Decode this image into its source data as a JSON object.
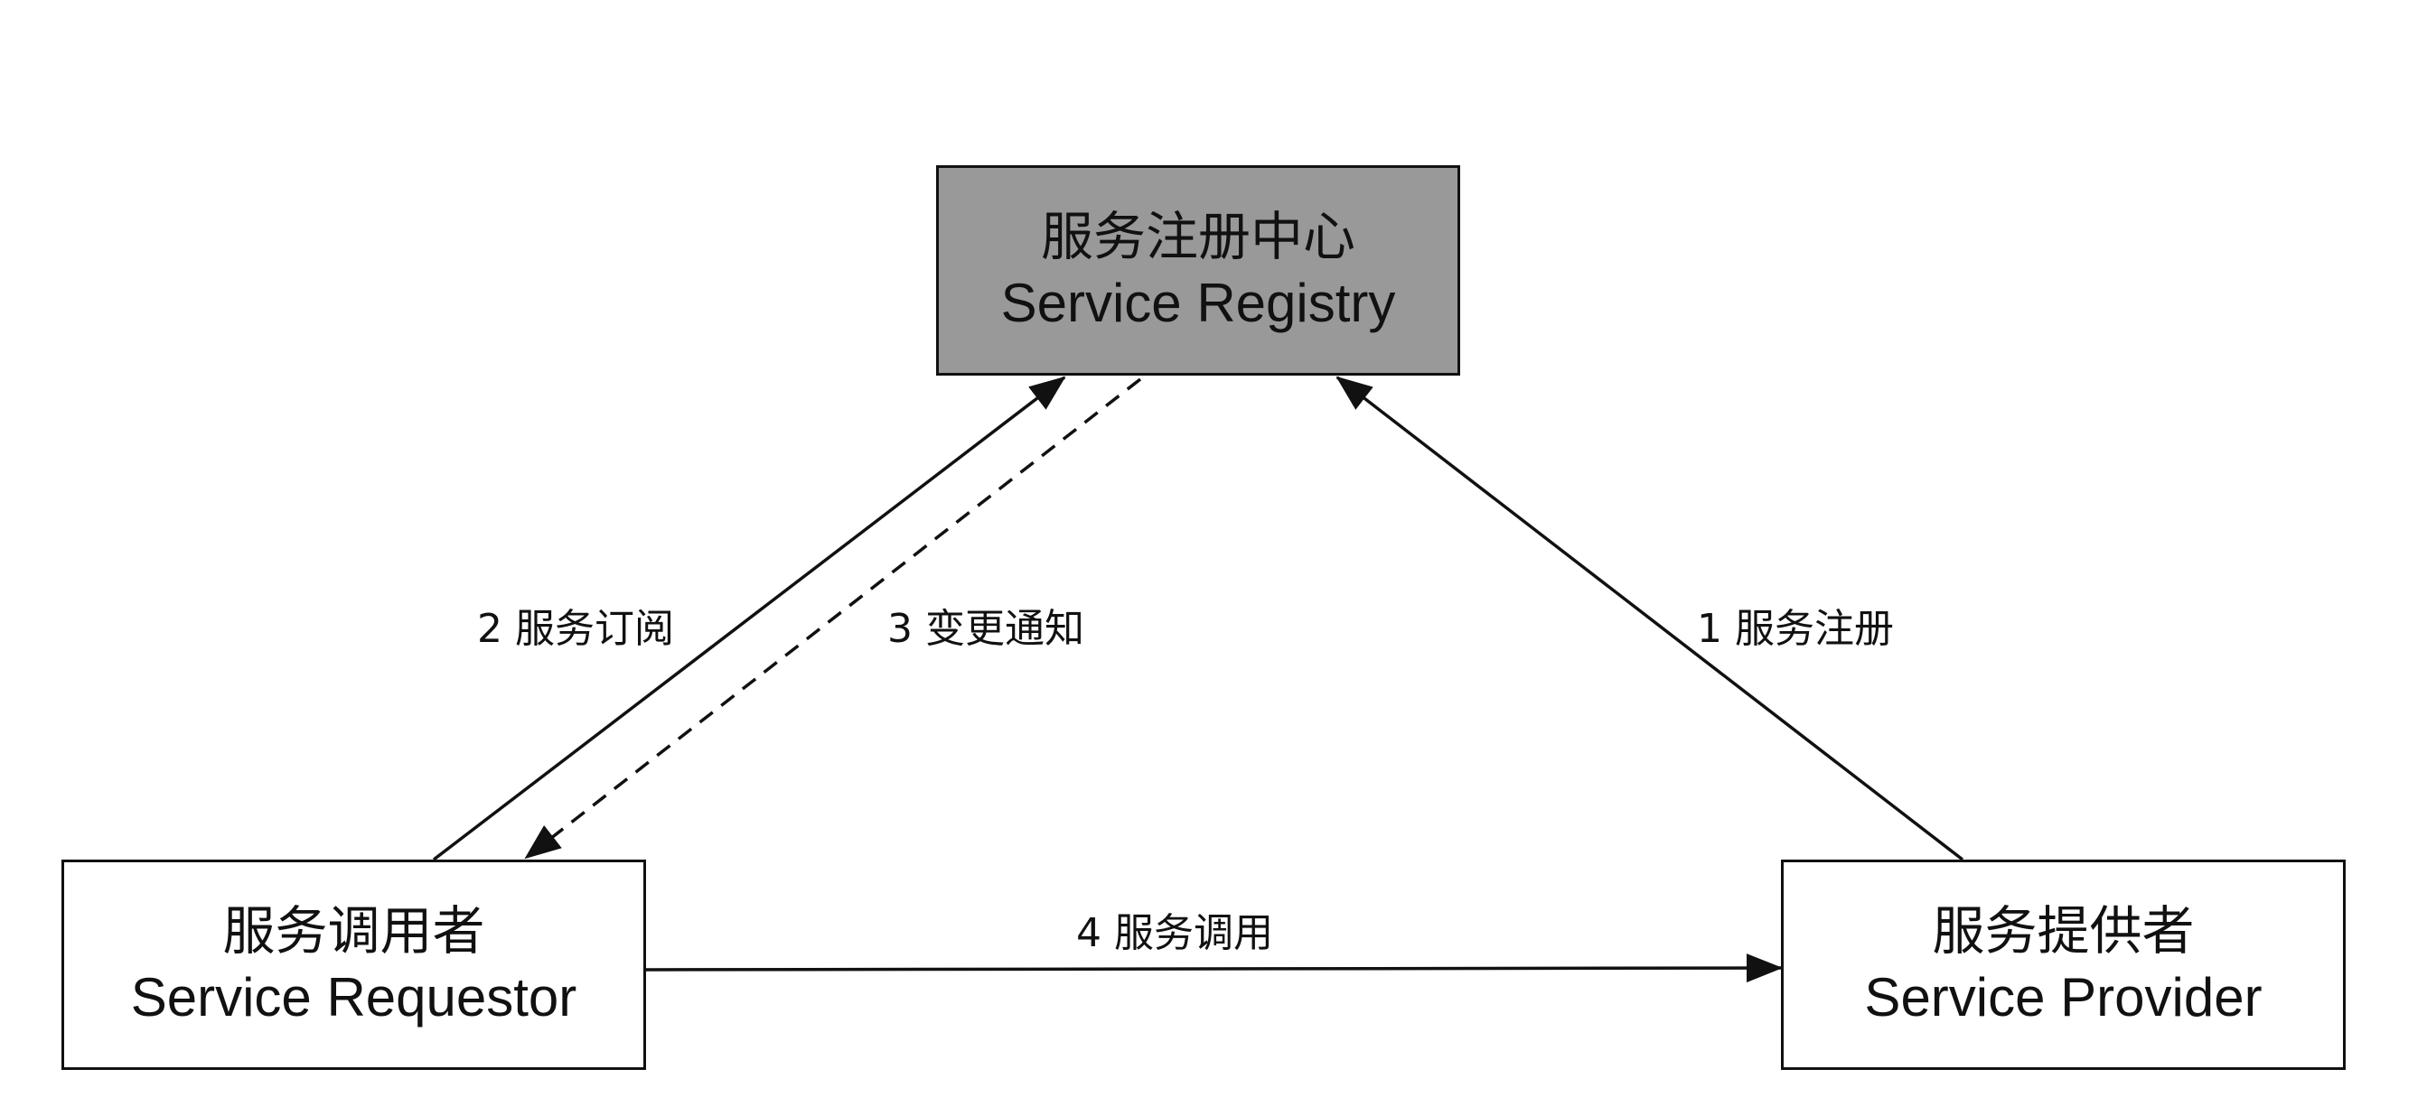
{
  "colors": {
    "registry_fill": "#999999",
    "node_fill": "#ffffff",
    "stroke": "#111111",
    "background": "#ffffff"
  },
  "nodes": {
    "registry": {
      "cn": "服务注册中心",
      "en": "Service Registry"
    },
    "requestor": {
      "cn": "服务调用者",
      "en": "Service Requestor"
    },
    "provider": {
      "cn": "服务提供者",
      "en": "Service Provider"
    }
  },
  "edges": {
    "register": {
      "label": "1 服务注册",
      "style": "solid"
    },
    "subscribe": {
      "label": "2 服务订阅",
      "style": "solid"
    },
    "notify": {
      "label": "3 变更通知",
      "style": "dashed"
    },
    "invoke": {
      "label": "4 服务调用",
      "style": "solid"
    }
  }
}
